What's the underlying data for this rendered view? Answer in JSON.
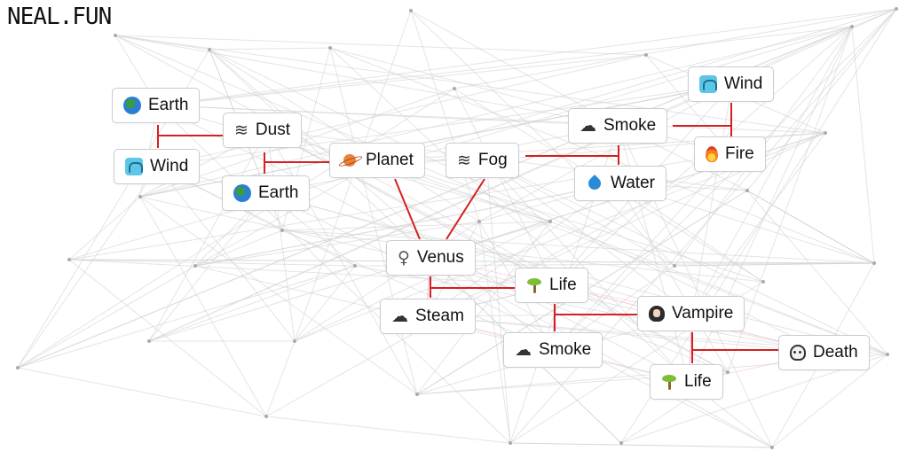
{
  "logo": "NEAL.FUN",
  "nodes": [
    {
      "id": "earth-1",
      "label": "Earth",
      "icon": "earth-globe-icon"
    },
    {
      "id": "dust",
      "label": "Dust",
      "icon": "dust-wave-icon"
    },
    {
      "id": "wind-1",
      "label": "Wind",
      "icon": "wind-face-icon"
    },
    {
      "id": "earth-2",
      "label": "Earth",
      "icon": "earth-globe-icon"
    },
    {
      "id": "planet",
      "label": "Planet",
      "icon": "ringed-planet-icon"
    },
    {
      "id": "fog",
      "label": "Fog",
      "icon": "fog-wave-icon"
    },
    {
      "id": "smoke-1",
      "label": "Smoke",
      "icon": "smoke-puff-icon"
    },
    {
      "id": "wind-2",
      "label": "Wind",
      "icon": "wind-face-icon"
    },
    {
      "id": "fire",
      "label": "Fire",
      "icon": "fire-icon"
    },
    {
      "id": "water",
      "label": "Water",
      "icon": "water-drop-icon"
    },
    {
      "id": "venus",
      "label": "Venus",
      "icon": "venus-symbol-icon"
    },
    {
      "id": "life-1",
      "label": "Life",
      "icon": "sprout-icon"
    },
    {
      "id": "steam",
      "label": "Steam",
      "icon": "steam-puff-icon"
    },
    {
      "id": "vampire",
      "label": "Vampire",
      "icon": "vampire-icon"
    },
    {
      "id": "smoke-2",
      "label": "Smoke",
      "icon": "smoke-puff-icon"
    },
    {
      "id": "death",
      "label": "Death",
      "icon": "skull-icon"
    },
    {
      "id": "life-2",
      "label": "Life",
      "icon": "sprout-icon"
    }
  ],
  "colors": {
    "combo_line": "#d42020",
    "web_line": "#d3d3d3",
    "web_pink": "#f3b8d8",
    "node_border": "#c8cdd2"
  }
}
